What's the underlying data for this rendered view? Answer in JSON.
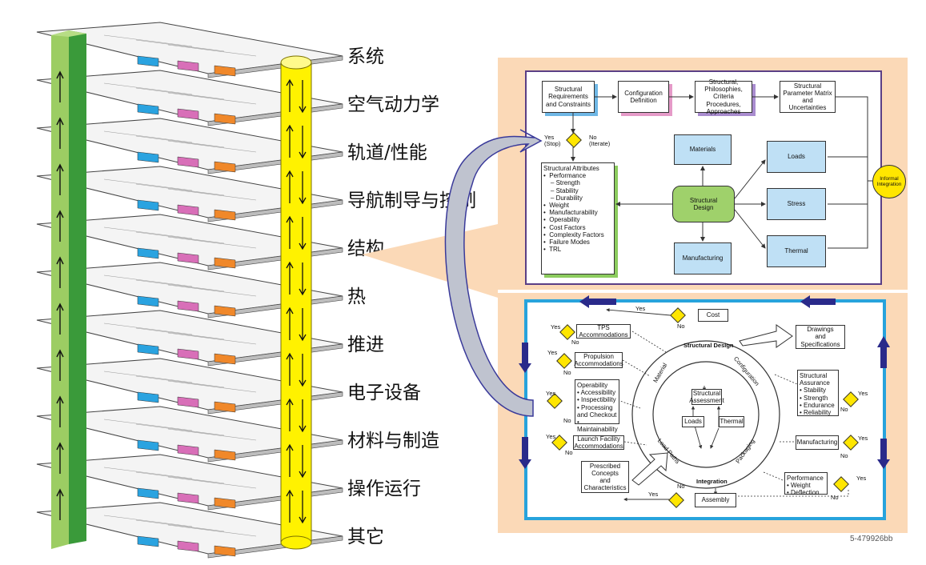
{
  "layers": [
    "系统",
    "空气动力学",
    "轨道/性能",
    "导航制导与控制",
    "结构",
    "热",
    "推进",
    "电子设备",
    "材料与制造",
    "操作运行",
    "其它"
  ],
  "top_diagram": {
    "row_boxes": [
      "Structural\nRequirements\nand Constraints",
      "Configuration\nDefinition",
      "Structural,\nPhilosophies,\nCriteria Procedures,\nApproaches",
      "Structural\nParameter Matrix\nand\nUncertainties"
    ],
    "yes_label": "Yes\n(Stop)",
    "no_label": "No\n(Iterate)",
    "attributes_title": "Structural Attributes",
    "attributes": [
      "•  Performance",
      "    – Strength",
      "    – Stability",
      "    – Durability",
      "•  Weight",
      "•  Manufacturability",
      "•  Operability",
      "•  Cost Factors",
      "•  Complexity Factors",
      "•  Failure Modes",
      "•  TRL"
    ],
    "materials": "Materials",
    "structural_design": "Structural\nDesign",
    "manufacturing": "Manufacturing",
    "loads": "Loads",
    "stress": "Stress",
    "thermal": "Thermal",
    "informal_integration": "Informal\nIntegration"
  },
  "bottom_diagram": {
    "cost": "Cost",
    "tps": "TPS\nAccommodations",
    "propulsion": "Propulsion\nAccommodations",
    "operability": "Operability\n•  Accessibility\n•  Inspectibility\n•  Processing\n    and Checkout\n•  Maintainability",
    "launch": "Launch Facility\nAccommodations",
    "prescribed": "Prescribed\nConcepts\nand\nCharacteristics",
    "assembly": "Assembly",
    "drawings": "Drawings\nand\nSpecifications",
    "assurance": "Structural\nAssurance\n•  Stability\n•  Strength\n•  Endurance\n•  Reliability",
    "manufacturing": "Manufacturing",
    "performance": "Performance\n•  Weight\n•  Deflection",
    "structural_assessment": "Structural\nAssessment",
    "loads": "Loads",
    "thermal": "Thermal",
    "ring_top": "Structural Design",
    "ring_bottom": "Integration",
    "ring_material": "Material",
    "ring_configuration": "Configuration",
    "ring_loadpaths": "Load Paths",
    "ring_packaging": "Packaging",
    "yes": "Yes",
    "no": "No"
  },
  "caption": "5-479926bb"
}
